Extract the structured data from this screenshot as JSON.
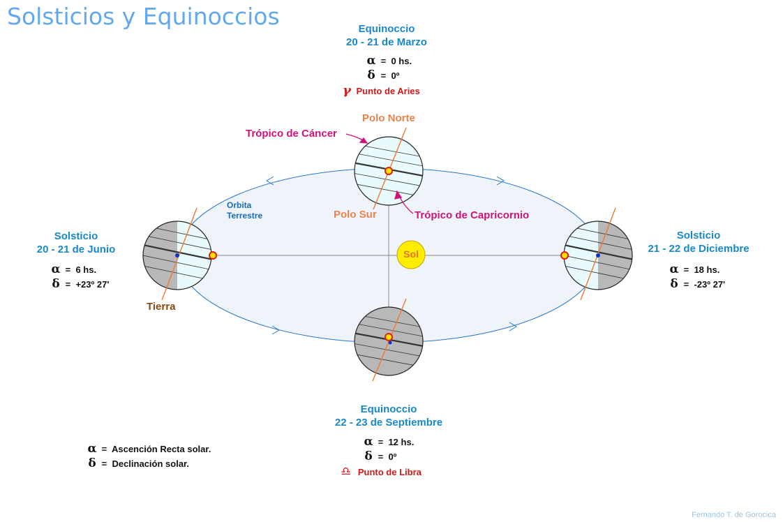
{
  "title": "Solsticios y Equinoccios",
  "sun_label": "Sol",
  "orbit_label": [
    "Orbita",
    "Terrestre"
  ],
  "earth_label": "Tierra",
  "march": {
    "name": "Equinoccio",
    "date": "20 - 21 de Marzo",
    "alpha_value": "0 hs.",
    "delta_value": "0º",
    "point_symbol": "γ",
    "point_label": "Punto de Aries"
  },
  "september": {
    "name": "Equinoccio",
    "date": "22 - 23 de Septiembre",
    "alpha_value": "12 hs.",
    "delta_value": "0º",
    "point_symbol": "♎",
    "point_label": "Punto de Libra"
  },
  "june": {
    "name": "Solsticio",
    "date": "20 - 21 de Junio",
    "alpha_value": "6 hs.",
    "delta_value": "+23º 27'"
  },
  "december": {
    "name": "Solsticio",
    "date": "21 - 22 de Diciembre",
    "alpha_value": "18 hs.",
    "delta_value": "-23º 27'"
  },
  "labels": {
    "polo_norte": "Polo Norte",
    "polo_sur": "Polo Sur",
    "tropico_cancer": "Trópico de Cáncer",
    "tropico_capricornio": "Trópico de Capricornio"
  },
  "symbols": {
    "alpha": "α",
    "delta": "δ",
    "eq": "="
  },
  "legend": {
    "alpha_text": "Ascención Recta solar.",
    "delta_text": "Declinación solar."
  },
  "credit": "Fernando T. de Gorocica",
  "colors": {
    "orbit_fill": "#eef4fa",
    "orbit_stroke": "#2a76c8",
    "sun_fill": "#ffee00",
    "axis": "#f07830",
    "dark_side": "#b8b8b8",
    "light_side": "#e8fafc"
  }
}
